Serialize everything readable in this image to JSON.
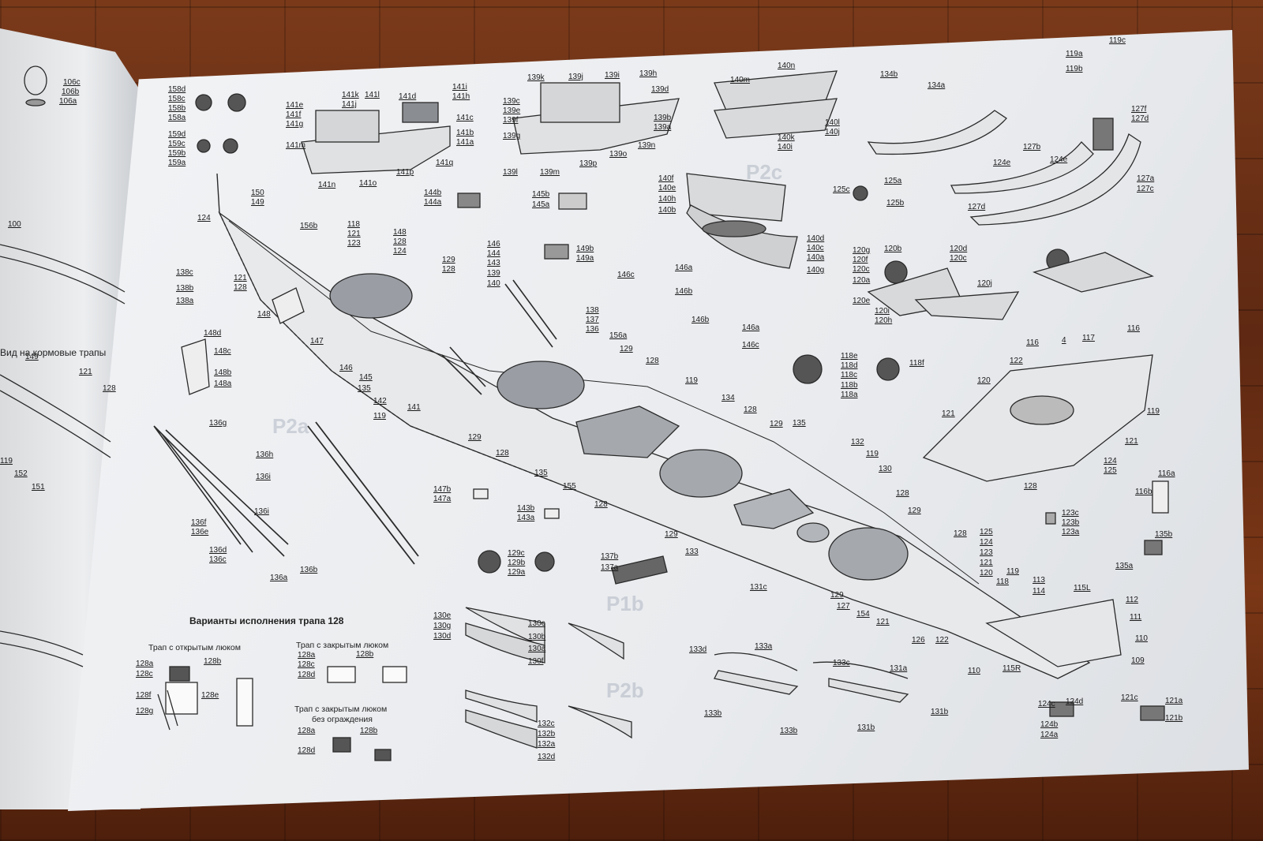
{
  "colors": {
    "wood": "#6a2f16",
    "paper": "#eceef0",
    "ink": "#1a1a1a",
    "tint": "#9aa0a8"
  },
  "headings": {
    "left_page": "Вид на кормовые трапы",
    "variants_title": "Варианты исполнения трапа 128",
    "open_hatch": "Трап с открытым люком",
    "closed_hatch": "Трап с закрытым люком",
    "no_rail_1": "Трап с закрытым люком",
    "no_rail_2": "без ограждения"
  },
  "ghost_codes": [
    "P2c",
    "P2a",
    "P1b",
    "P2b"
  ],
  "labels": {
    "l106c": "106c",
    "l106b": "106b",
    "l106a": "106a",
    "l100": "100",
    "l149a": "149",
    "l121a": "121",
    "l128a": "128",
    "l119a": "119",
    "l152": "152",
    "l151": "151",
    "l158d": "158d",
    "l158c": "158c",
    "l158b": "158b",
    "l158a": "158a",
    "l159d": "159d",
    "l159c": "159c",
    "l159b": "159b",
    "l159a": "159a",
    "l141e": "141e",
    "l141f": "141f",
    "l141g": "141g",
    "l141k": "141k",
    "l141j": "141j",
    "l141l": "141l",
    "l141d": "141d",
    "l141i": "141i",
    "l141h": "141h",
    "l141c": "141c",
    "l141b": "141b",
    "l141a": "141a",
    "l141m": "141m",
    "l141q": "141q",
    "l141p": "141p",
    "l141n": "141n",
    "l141o": "141o",
    "l139k": "139k",
    "l139j": "139j",
    "l139i": "139i",
    "l139h": "139h",
    "l139d": "139d",
    "l139c": "139c",
    "l139e": "139e",
    "l139f": "139f",
    "l139b": "139b",
    "l139a": "139a",
    "l139g": "139g",
    "l139n": "139n",
    "l139o": "139o",
    "l139p": "139p",
    "l139l": "139l",
    "l139m": "139m",
    "l140n": "140n",
    "l140m": "140m",
    "l140l": "140l",
    "l140j": "140j",
    "l140k": "140k",
    "l140i": "140i",
    "l140f": "140f",
    "l140e": "140e",
    "l140h": "140h",
    "l140b": "140b",
    "l140d": "140d",
    "l140c": "140c",
    "l140a": "140a",
    "l140g": "140g",
    "l134b": "134b",
    "l134a": "134a",
    "l119a2": "119a",
    "l119c": "119c",
    "l119b": "119b",
    "l127f": "127f",
    "l127d": "127d",
    "l127b": "127b",
    "l124e": "124e",
    "l124e2": "124e",
    "l127a": "127a",
    "l127c": "127c",
    "l127d2": "127d",
    "l125c": "125c",
    "l125a": "125a",
    "l125b": "125b",
    "l150": "150",
    "l149": "149",
    "l124": "124",
    "l156b": "156b",
    "l118": "118",
    "l121": "121",
    "l123": "123",
    "l148": "148",
    "l128b": "128",
    "l124b": "124",
    "l121b": "121",
    "l128c": "128",
    "l148b": "148",
    "l147": "147",
    "l138c": "138c",
    "l138b": "138b",
    "l138a": "138a",
    "l148d": "148d",
    "l148c": "148c",
    "l148b2": "148b",
    "l148a": "148a",
    "l144b": "144b",
    "l144a": "144a",
    "l145b": "145b",
    "l145a": "145a",
    "l149b": "149b",
    "l149a2": "149a",
    "l146": "146",
    "l144": "144",
    "l143": "143",
    "l139": "139",
    "l140": "140",
    "l129a": "129",
    "l128d": "128",
    "l146c": "146c",
    "l146a": "146a",
    "l146b": "146b",
    "l146b2": "146b",
    "l146a2": "146a",
    "l146c2": "146c",
    "l138": "138",
    "l137": "137",
    "l136": "136",
    "l156a": "156a",
    "l129b": "129",
    "l128e": "128",
    "l120g": "120g",
    "l120f": "120f",
    "l120c": "120c",
    "l120a": "120a",
    "l120b": "120b",
    "l120d": "120d",
    "l120c2": "120c",
    "l120e": "120e",
    "l120i": "120i",
    "l120h": "120h",
    "l120j": "120j",
    "l118e": "118e",
    "l118d": "118d",
    "l118c": "118c",
    "l118b": "118b",
    "l118a": "118a",
    "l118f": "118f",
    "l116": "116",
    "l4": "4",
    "l117": "117",
    "l116b2": "116",
    "l122": "122",
    "l120": "120",
    "l119r": "119",
    "l121r": "121",
    "l124r": "124",
    "l125r": "125",
    "l128r": "128",
    "l121r2": "121",
    "l146d": "146",
    "l145": "145",
    "l135": "135",
    "l142": "142",
    "l119d": "119",
    "l141": "141",
    "l136d": "136d",
    "l129c": "129",
    "l128f": "128",
    "l119e": "119",
    "l134": "134",
    "l128g": "128",
    "l129d": "129",
    "l135b": "135",
    "l132": "132",
    "l119f": "119",
    "l130": "130",
    "l136g": "136g",
    "l136h": "136h",
    "l136i": "136i",
    "l136i2": "136i",
    "l136f": "136f",
    "l136e": "136e",
    "l136c": "136c",
    "l136b": "136b",
    "l136a": "136a",
    "l147b": "147b",
    "l147a": "147a",
    "l143b": "143b",
    "l143a": "143a",
    "l155": "155",
    "l135c": "135",
    "l128h": "128",
    "l129e": "129",
    "l128i": "128",
    "l129f": "129",
    "l129c2": "129c",
    "l129b2": "129b",
    "l129a2": "129a",
    "l137b": "137b",
    "l137a": "137a",
    "l133": "133",
    "l131c": "131c",
    "l129g": "129",
    "l127": "127",
    "l154": "154",
    "l128j": "128",
    "l125": "125",
    "l124j": "124",
    "l123j": "123",
    "l121j": "121",
    "l120k": "120",
    "l119k": "119",
    "l118k": "118",
    "l113": "113",
    "l114": "114",
    "l121k": "121",
    "l126": "126",
    "l122k": "122",
    "l123c": "123c",
    "l123b": "123b",
    "l123a": "123a",
    "l116a": "116a",
    "l116b": "116b",
    "l135b2": "135b",
    "l135a": "135a",
    "l115L": "115L",
    "l112": "112",
    "l111": "111",
    "l110": "110",
    "l109": "109",
    "l110b": "110",
    "l115R": "115R",
    "l130e": "130e",
    "l130g": "130g",
    "l130d": "130d",
    "l130c": "130c",
    "l130b": "130b",
    "l130a": "130a",
    "l130f": "130f",
    "l132c": "132c",
    "l132b": "132b",
    "l132a": "132a",
    "l132d": "132d",
    "l133d": "133d",
    "l133a": "133a",
    "l133c": "133c",
    "l131a": "131a",
    "l133b": "133b",
    "l133b2": "133b",
    "l131b": "131b",
    "l131b2": "131b",
    "l124c": "124c",
    "l124d": "124d",
    "l124b3": "124b",
    "l124a": "124a",
    "l121c": "121c",
    "l121a3": "121a",
    "l121b3": "121b",
    "v128a": "128a",
    "v128c": "128c",
    "v128b": "128b",
    "v128f": "128f",
    "v128g": "128g",
    "v128e": "128e",
    "w128a": "128a",
    "w128c": "128c",
    "w128d": "128d",
    "w128b": "128b",
    "x128a": "128a",
    "x128b": "128b",
    "x128d": "128d"
  }
}
